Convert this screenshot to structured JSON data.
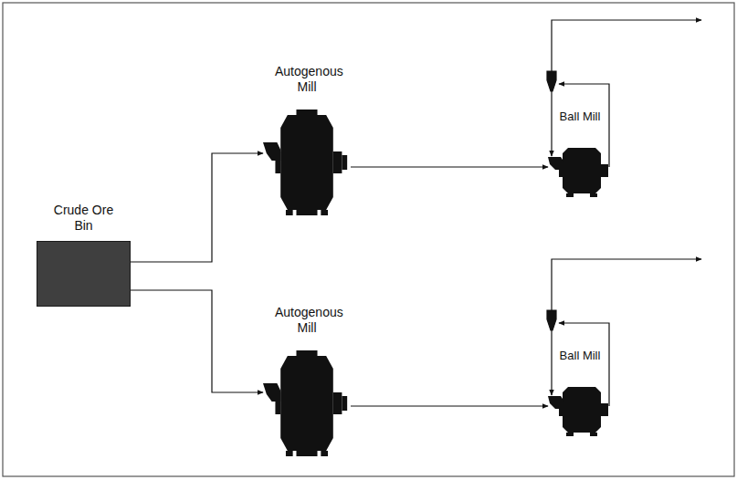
{
  "diagram": {
    "nodes": [
      {
        "text": [
          "Crude Ore Bin"
        ]
      },
      {
        "text": [
          "Autogenous Mill"
        ]
      },
      {
        "text": [
          "Ball Mill"
        ]
      },
      {
        "text": [
          "Autogenous Mill"
        ]
      },
      {
        "text": [
          "Ball Mill"
        ]
      }
    ],
    "edges": [
      {
        "from": 0,
        "to": 1,
        "arrow": "to"
      },
      {
        "from": 1,
        "to": 2,
        "arrow": "to"
      },
      {
        "from": 0,
        "to": 3,
        "arrow": "to"
      },
      {
        "from": 3,
        "to": 4,
        "arrow": "to"
      }
    ]
  }
}
